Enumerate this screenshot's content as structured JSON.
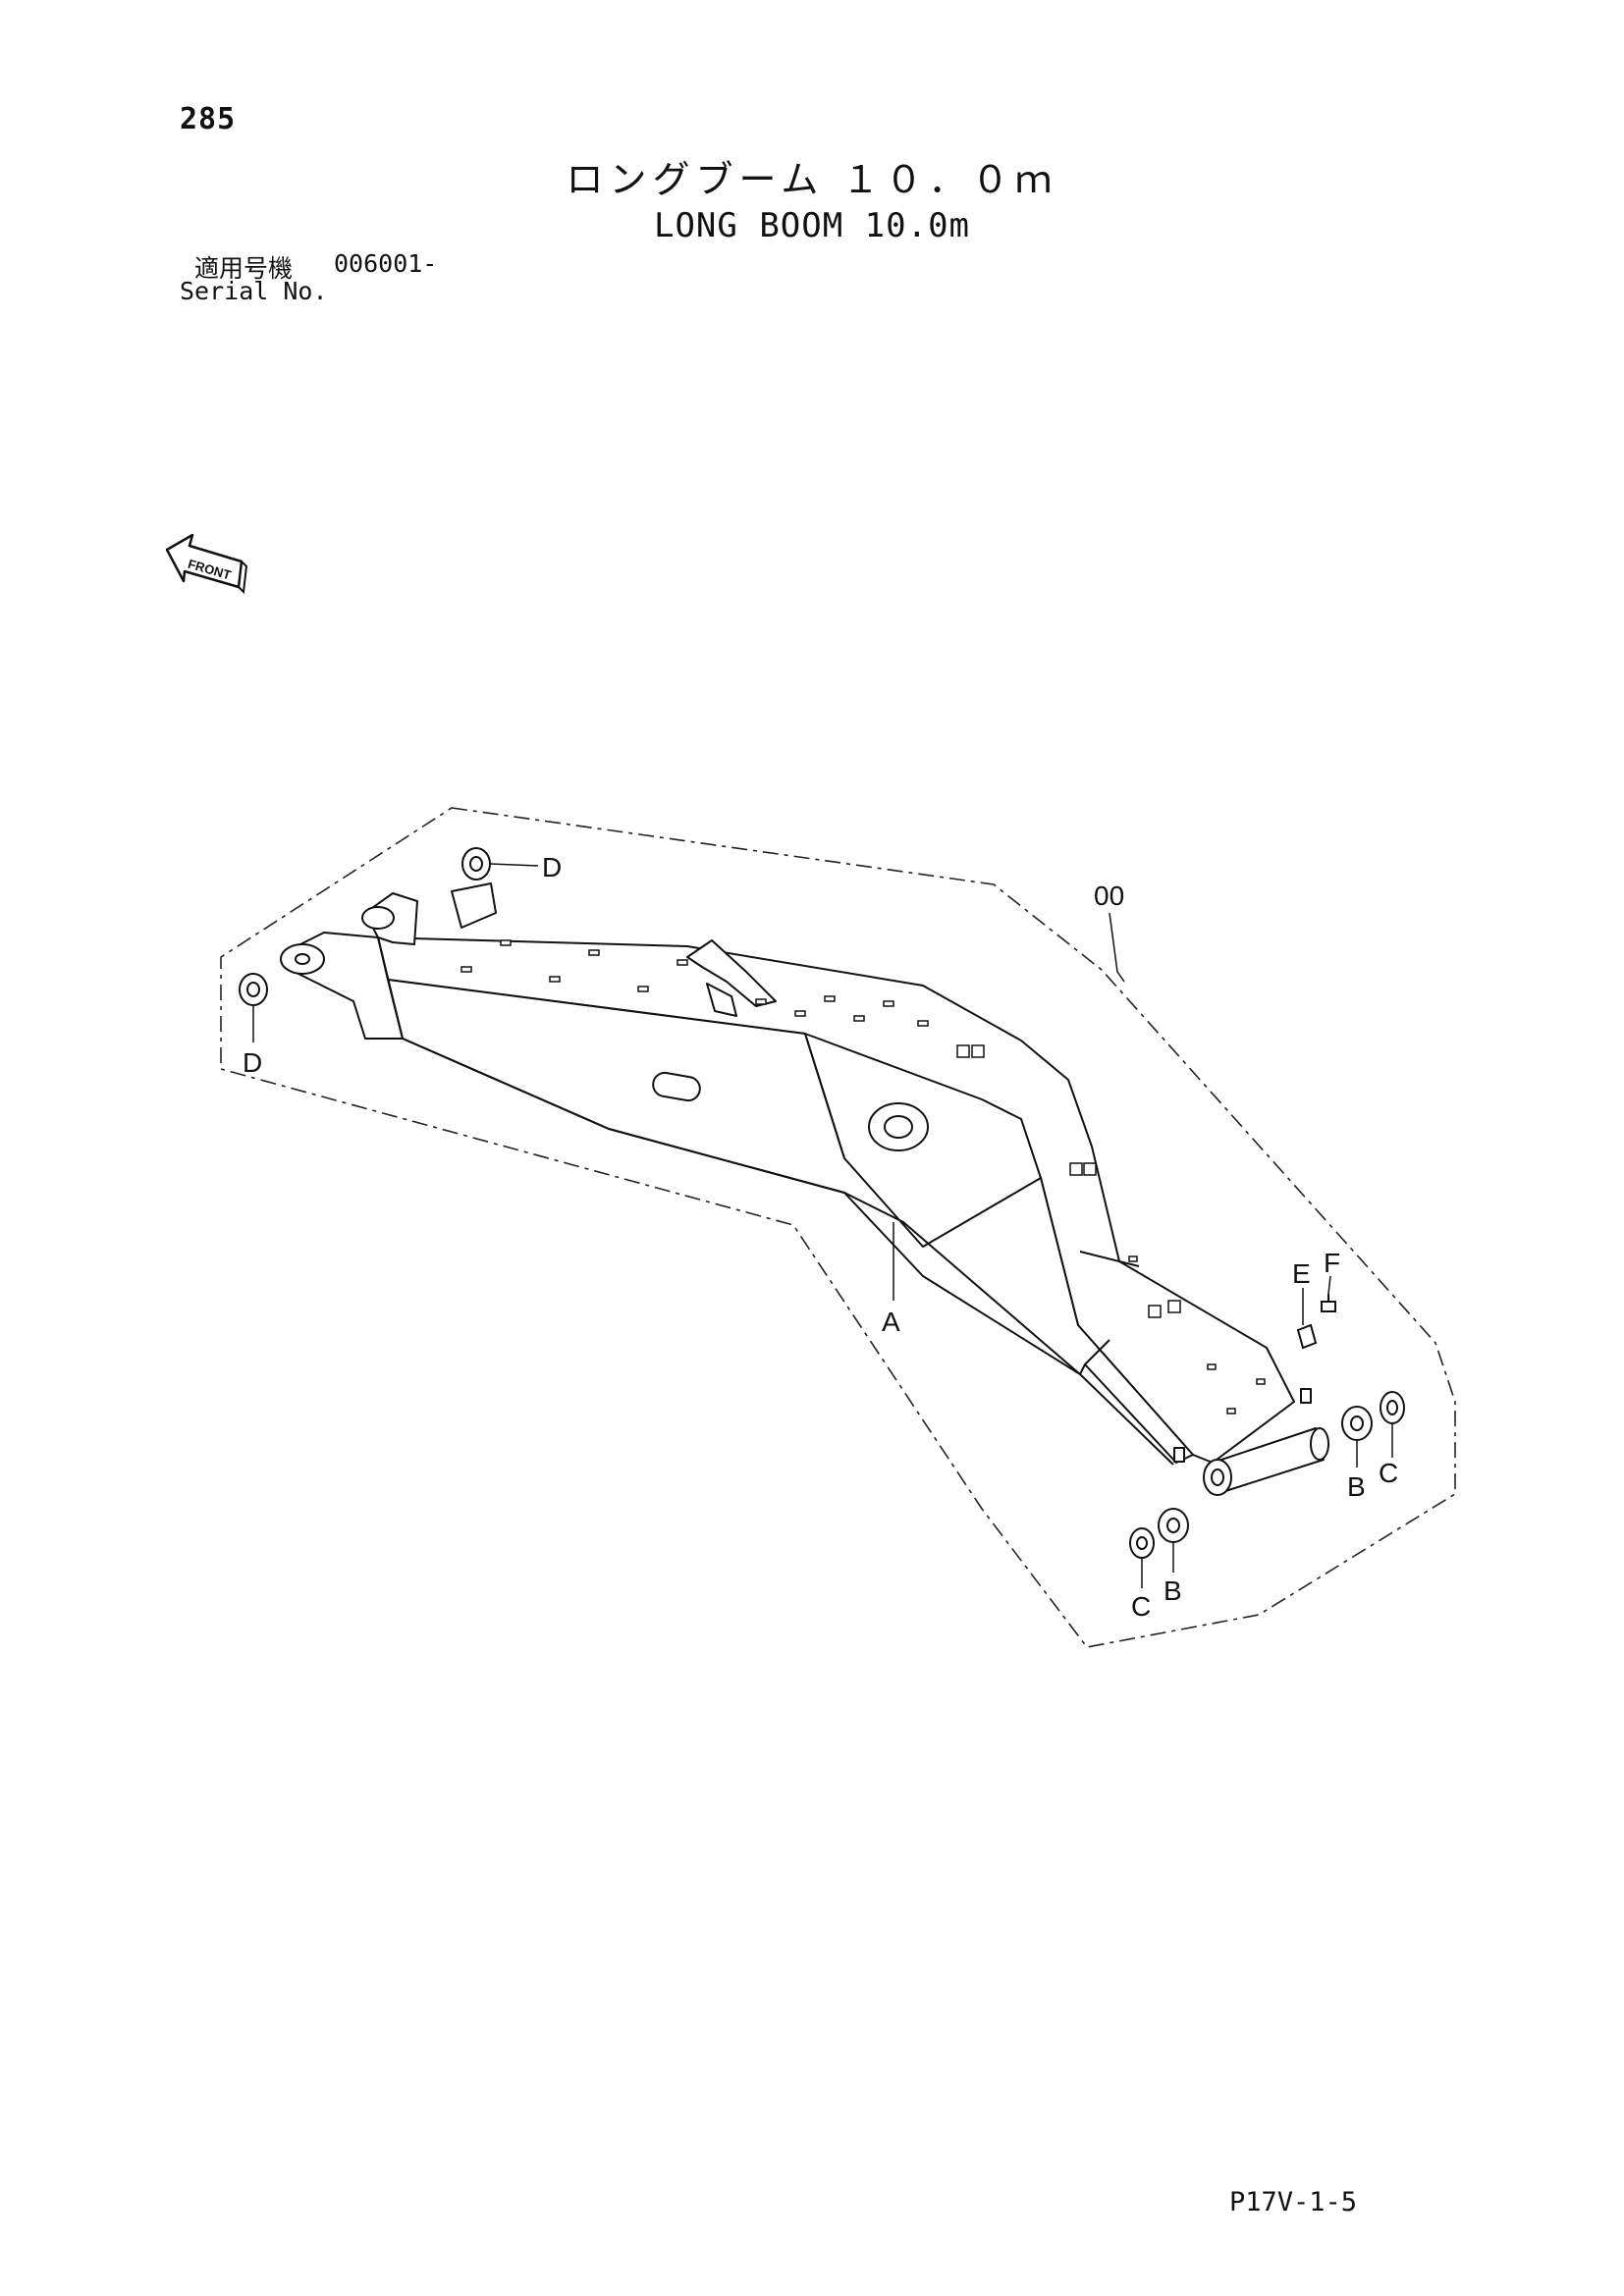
{
  "header": {
    "page_number": "285",
    "title_jp": "ロングブーム １０．０ｍ",
    "title_en": "LONG BOOM 10.0m",
    "serial_label_jp": "適用号機",
    "serial_value": "006001-",
    "serial_label_en": "Serial No."
  },
  "front_indicator": {
    "label": "FRONT",
    "icon": "front-arrow-icon"
  },
  "callouts": {
    "assembly": "00",
    "boom": "A",
    "bushing_left": "B",
    "bushing_right": "B",
    "ring_left": "C",
    "ring_right": "C",
    "bushing_top": "D",
    "bushing_foot": "D",
    "plate": "E",
    "bolt": "F"
  },
  "footer": {
    "sheet_code": "P17V-1-5"
  }
}
